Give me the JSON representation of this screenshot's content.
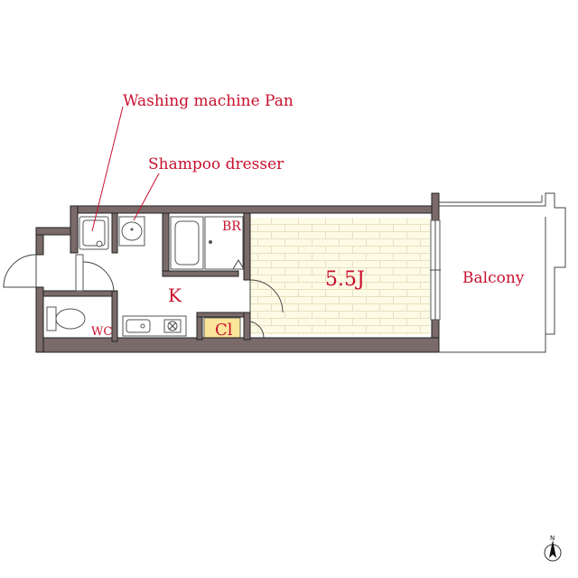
{
  "labels": {
    "washing_machine_pan": "Washing machine Pan",
    "shampoo_dresser": "Shampoo dresser",
    "bathroom": "BR",
    "kitchen": "K",
    "toilet": "WC",
    "closet": "Cl",
    "room_size": "5.5J",
    "balcony": "Balcony"
  },
  "compass": {
    "north_label": "N"
  },
  "colors": {
    "label_red": "#c8102e",
    "wall": "#7a6a6a",
    "floor_wood": "#fdfbe6",
    "closet_fill": "#fbe59a"
  }
}
